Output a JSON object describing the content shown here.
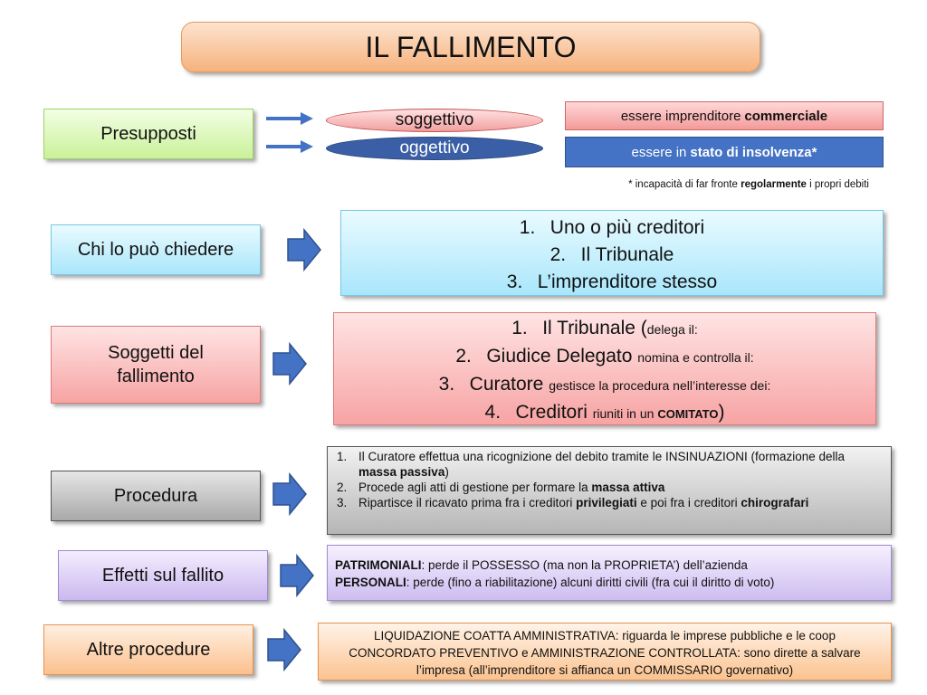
{
  "title": "IL FALLIMENTO",
  "rows": {
    "presupposti": {
      "label": "Presupposti",
      "soggettivo": "soggettivo",
      "oggettivo": "oggettivo",
      "sogg_desc_pre": "essere imprenditore ",
      "sogg_desc_bold": "commerciale",
      "ogg_desc_pre": "essere in ",
      "ogg_desc_bold": "stato di insolvenza*",
      "note_pre": "* incapacità di far fronte ",
      "note_bold": "regolarmente",
      "note_post": " i propri debiti"
    },
    "chi": {
      "label": "Chi lo può chiedere",
      "items": [
        "Uno o più creditori",
        "Il Tribunale",
        "L’imprenditore stesso"
      ]
    },
    "soggetti": {
      "label": "Soggetti del fallimento",
      "items": [
        {
          "main": "Il Tribunale (",
          "small": "delega il:"
        },
        {
          "main": "Giudice Delegato ",
          "small": "nomina e controlla il:"
        },
        {
          "main": "Curatore ",
          "small": "gestisce la procedura nell’interesse dei:"
        },
        {
          "main": "Creditori ",
          "small": "riuniti in un ",
          "small_bold": "COMITATO",
          "close": ")"
        }
      ]
    },
    "procedura": {
      "label": "Procedura",
      "items": [
        {
          "pre": "Il Curatore effettua una ricognizione del debito tramite le INSINUAZIONI (formazione della ",
          "bold": "massa passiva",
          "post": ")"
        },
        {
          "pre": "Procede agli atti di gestione per formare la ",
          "bold": "massa attiva",
          "post": ""
        },
        {
          "pre": "Ripartisce  il ricavato  prima fra i creditori ",
          "bold": "privilegiati",
          "mid": " e poi fra i creditori ",
          "bold2": "chirografari"
        }
      ]
    },
    "effetti": {
      "label": "Effetti sul fallito",
      "line1_bold": "PATRIMONIALI",
      "line1": ": perde il POSSESSO (ma non la PROPRIETA’) dell’azienda",
      "line2_bold": "PERSONALI",
      "line2": ": perde  (fino a riabilitazione) alcuni diritti civili (fra cui il diritto di voto)"
    },
    "altre": {
      "label": "Altre procedure",
      "lines": [
        "LIQUIDAZIONE COATTA AMMINISTRATIVA: riguarda le imprese pubbliche e le coop",
        "CONCORDATO PREVENTIVO e AMMINISTRAZIONE CONTROLLATA: sono dirette a salvare",
        "l’impresa (all’imprenditore si affianca un COMMISSARIO governativo)"
      ]
    }
  },
  "numbers": [
    "1.",
    "2.",
    "3.",
    "4."
  ],
  "colors": {
    "arrow": "#4472c4",
    "arrow_border": "#2f528f"
  }
}
